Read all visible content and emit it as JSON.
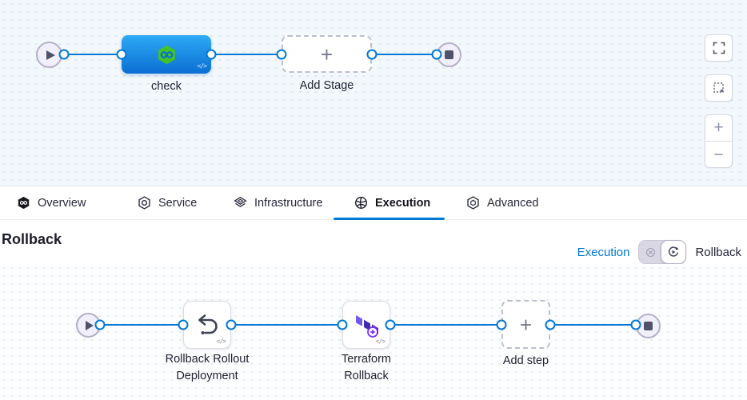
{
  "colors": {
    "accent": "#0278d5",
    "stage_top": "#2fa9f5",
    "stage_bottom": "#0a6fd3",
    "green": "#42c226",
    "tf_light": "#7059ea",
    "tf_dark": "#3f2bae",
    "tf_badge": "#7b2ff7"
  },
  "icons": {
    "code_glyph": "</>",
    "plus_glyph": "+",
    "minus_glyph": "−"
  },
  "top_pipeline": {
    "stage_label": "check",
    "add_stage_label": "Add Stage"
  },
  "canvas_controls": {
    "fullscreen": "fullscreen",
    "selection": "marquee-select",
    "zoom_in": "+",
    "zoom_out": "−"
  },
  "tabs": [
    {
      "label": "Overview",
      "active": false
    },
    {
      "label": "Service",
      "active": false
    },
    {
      "label": "Infrastructure",
      "active": false
    },
    {
      "label": "Execution",
      "active": true
    },
    {
      "label": "Advanced",
      "active": false
    }
  ],
  "rollback_section": {
    "title": "Rollback",
    "execution_link": "Execution",
    "rollback_label": "Rollback"
  },
  "bottom_pipeline": {
    "steps": [
      {
        "line1": "Rollback Rollout",
        "line2": "Deployment",
        "icon": "rollback-undo"
      },
      {
        "line1": "Terraform",
        "line2": "Rollback",
        "icon": "terraform"
      }
    ],
    "add_step_label": "Add step"
  }
}
